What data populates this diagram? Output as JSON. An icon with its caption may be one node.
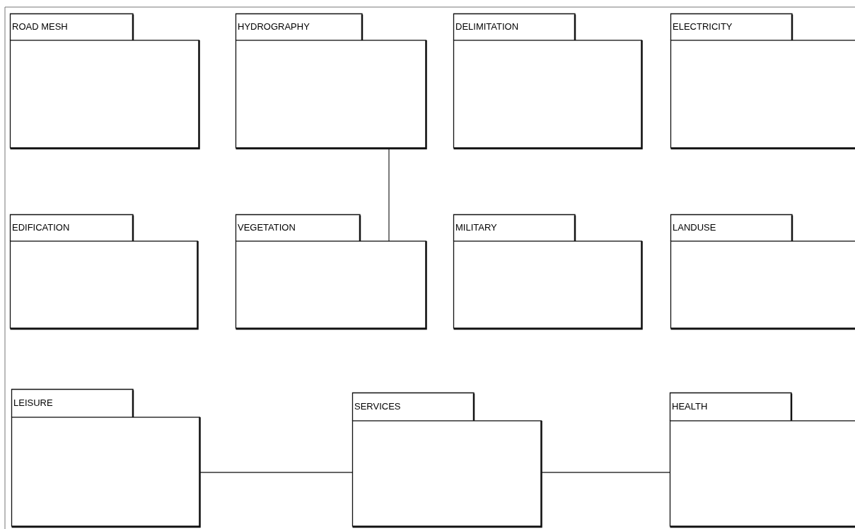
{
  "diagram": {
    "nodes": [
      {
        "text": [
          "ROAD MESH"
        ]
      },
      {
        "text": [
          "HYDROGRAPHY"
        ]
      },
      {
        "text": [
          "DELIMITATION"
        ]
      },
      {
        "text": [
          "ELECTRICITY"
        ]
      },
      {
        "text": [
          "EDIFICATION"
        ]
      },
      {
        "text": [
          "VEGETATION"
        ]
      },
      {
        "text": [
          "MILITARY"
        ]
      },
      {
        "text": [
          "LANDUSE"
        ]
      },
      {
        "text": [
          "LEISURE"
        ]
      },
      {
        "text": [
          "SERVICES"
        ]
      },
      {
        "text": [
          "HEALTH"
        ]
      }
    ],
    "edges": [
      {
        "from": 1,
        "to": 5,
        "arrow": "none"
      },
      {
        "from": 8,
        "to": 9,
        "arrow": "none"
      },
      {
        "from": 9,
        "to": 10,
        "arrow": "none"
      }
    ]
  }
}
